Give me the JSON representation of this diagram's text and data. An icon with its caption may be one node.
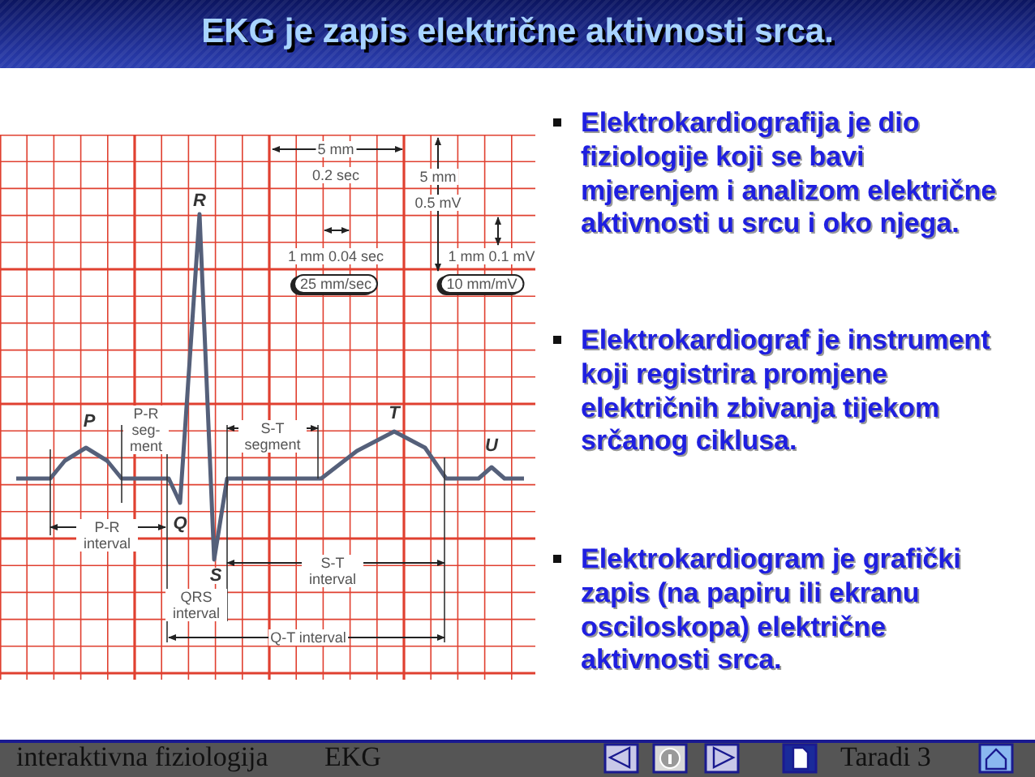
{
  "diagram": {
    "title": "EKG je zapis električne aktivnosti srca.",
    "labels": [
      "5 mm",
      "0.2 sec",
      "5 mm",
      "R",
      "0.5 mV",
      "1 mm  0.04 sec",
      "1 mm  0.1 mV",
      "25 mm/sec",
      "10 mm/mV",
      "P-R seg- ment",
      "S-T segment",
      "T",
      "P",
      "U",
      "P-R interval",
      "Q",
      "S",
      "S-T interval",
      "QRS interval",
      "Q-T interval",
      "Elektrokardiografija je dio fiziologije koji se bavi mjerenjem i analizom električne aktivnosti u srcu i oko njega.",
      "Elektrokardiograf je instrument koji registrira promjene električnih zbivanja tijekom srčanog ciklusa.",
      "Elektrokardiogram je grafički zapis (na papiru ili ekranu osciloskopa) električne aktivnosti srca.",
      "interaktivna fiziologija",
      "EKG",
      "Taradi 3"
    ]
  }
}
